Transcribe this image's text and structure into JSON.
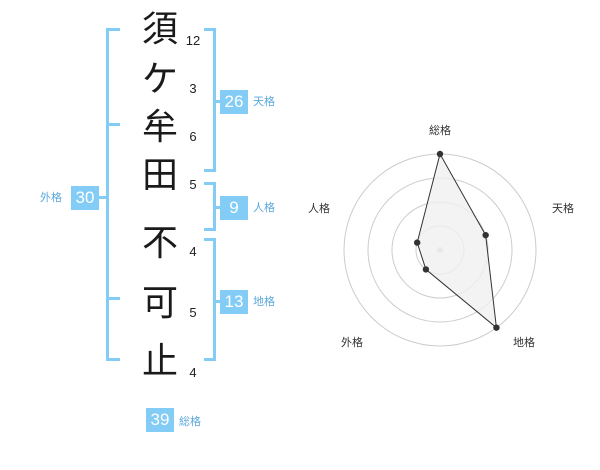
{
  "name_chars": [
    {
      "char": "須",
      "strokes": "12"
    },
    {
      "char": "ケ",
      "strokes": "3"
    },
    {
      "char": "牟",
      "strokes": "6"
    },
    {
      "char": "田",
      "strokes": "5"
    },
    {
      "char": "不",
      "strokes": "4"
    },
    {
      "char": "可",
      "strokes": "5"
    },
    {
      "char": "止",
      "strokes": "4"
    }
  ],
  "fortunes": {
    "tenkaku": {
      "value": "26",
      "label": "天格"
    },
    "jinkaku": {
      "value": "9",
      "label": "人格"
    },
    "chikaku": {
      "value": "13",
      "label": "地格"
    },
    "gaikaku": {
      "value": "30",
      "label": "外格"
    },
    "soukaku": {
      "value": "39",
      "label": "総格"
    }
  },
  "radar": {
    "axis_labels": [
      "総格",
      "天格",
      "地格",
      "外格",
      "人格"
    ],
    "rings": 4,
    "scores": [
      4,
      2,
      4,
      1,
      1
    ],
    "colors": {
      "fill": "#f0f0f0",
      "stroke": "#333333",
      "point": "#333333",
      "grid": "#cccccc",
      "center": "#cccccc"
    }
  },
  "colors": {
    "accent": "#82ccf5",
    "accent_text": "#5aa8dc"
  }
}
